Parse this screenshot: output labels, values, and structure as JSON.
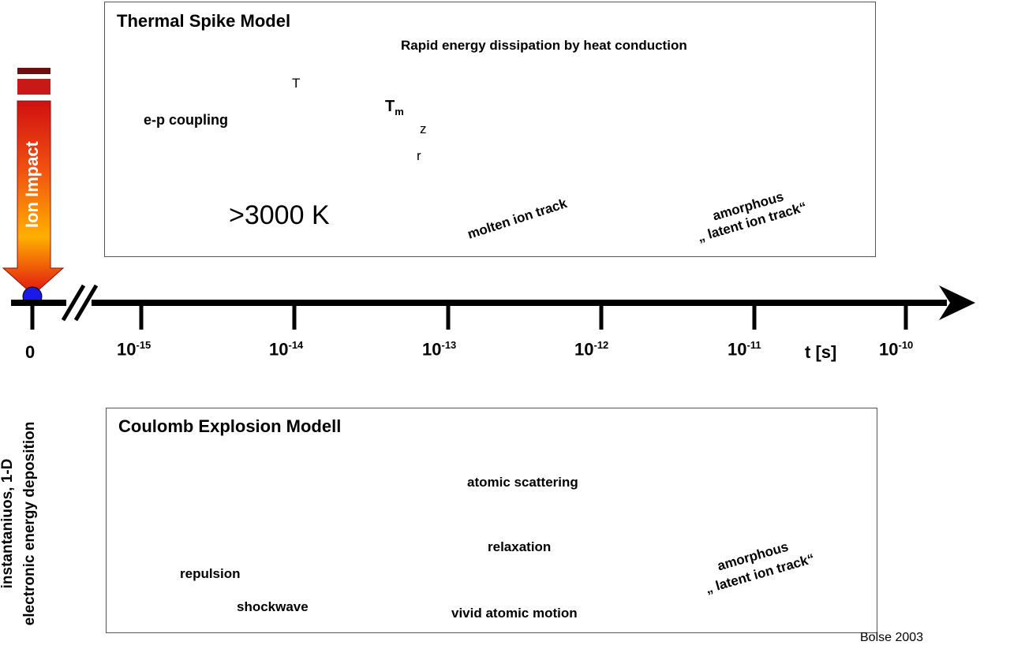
{
  "thermal_spike": {
    "title": "Thermal Spike Model",
    "subtitle": "Rapid energy dissipation by heat conduction",
    "coupling_label": "e-p coupling",
    "temperature": ">3000 K",
    "axis_T": "T",
    "axis_z": "z",
    "axis_r": "r",
    "tm_base": "T",
    "tm_sub": "m",
    "molten_label": "molten ion track",
    "amorphous_line1": "amorphous",
    "amorphous_line2": "„ latent ion track“"
  },
  "ion_impact": {
    "label": "Ion Impact"
  },
  "timeline": {
    "zero": "0",
    "ticks": [
      {
        "base": "10",
        "exp": "-15"
      },
      {
        "base": "10",
        "exp": "-14"
      },
      {
        "base": "10",
        "exp": "-13"
      },
      {
        "base": "10",
        "exp": "-12"
      },
      {
        "base": "10",
        "exp": "-11"
      },
      {
        "base": "10",
        "exp": "-10"
      }
    ],
    "unit": "t [s]"
  },
  "left_caption": {
    "line1": "instantaniuos, 1-D",
    "line2": "electronic energy deposition"
  },
  "coulomb": {
    "title": "Coulomb Explosion Modell",
    "repulsion": "repulsion",
    "shockwave": "shockwave",
    "atomic_scattering": "atomic scattering",
    "relaxation": "relaxation",
    "vivid_motion": "vivid atomic motion",
    "amorphous_line1": "amorphous",
    "amorphous_line2": "„ latent ion track“",
    "ion_sign": "+"
  },
  "credit": "Bolse 2003",
  "colors": {
    "curve_green": "#1a9a1a",
    "tm_red": "#e02020",
    "molten_red": "#e84a1a",
    "amorphous_blue": "#a8d0f5",
    "ion_blue": "#3a3ab8",
    "arrow_pink": "#f8c8c8"
  }
}
